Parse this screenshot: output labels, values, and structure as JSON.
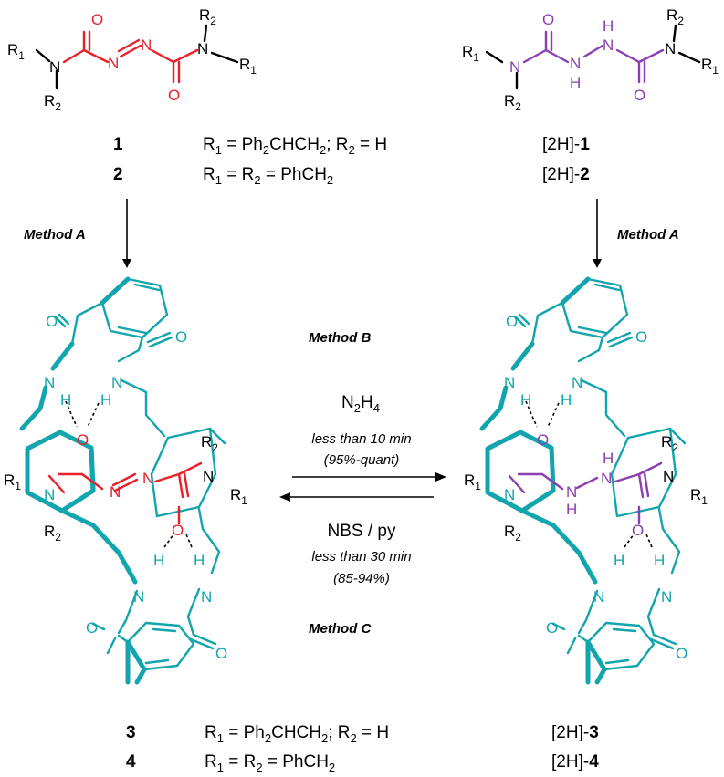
{
  "colors": {
    "azo": "#e8202a",
    "hydrazo": "#8b3fb0",
    "macrocycle": "#12a5ad",
    "ink": "#000000"
  },
  "atoms": {
    "R1": "R",
    "R1_sub": "1",
    "R2": "R",
    "R2_sub": "2",
    "N": "N",
    "O": "O",
    "H": "H"
  },
  "compounds": {
    "top_rows": [
      {
        "left_id": "1",
        "formula_pre": "R",
        "s1": "1",
        "mid1": " = Ph",
        "s2": "2",
        "mid2": "CHCH",
        "s3": "2",
        "mid3": "; R",
        "s4": "2",
        "tail": " = H",
        "right_prefix": "[2H]-",
        "right_id": "1"
      },
      {
        "left_id": "2",
        "formula_pre": "R",
        "s1": "1",
        "mid1": " = R",
        "s2": "2",
        "mid2": " = PhCH",
        "s3": "2",
        "mid3": "",
        "s4": "",
        "tail": "",
        "right_prefix": "[2H]-",
        "right_id": "2"
      }
    ],
    "bottom_rows": [
      {
        "left_id": "3",
        "formula_pre": "R",
        "s1": "1",
        "mid1": " = Ph",
        "s2": "2",
        "mid2": "CHCH",
        "s3": "2",
        "mid3": "; R",
        "s4": "2",
        "tail": " = H",
        "right_prefix": "[2H]-",
        "right_id": "3"
      },
      {
        "left_id": "4",
        "formula_pre": "R",
        "s1": "1",
        "mid1": " = R",
        "s2": "2",
        "mid2": " = PhCH",
        "s3": "2",
        "mid3": "",
        "s4": "",
        "tail": "",
        "right_prefix": "[2H]-",
        "right_id": "4"
      }
    ]
  },
  "methods": {
    "left_down": "Method A",
    "right_down": "Method A",
    "forward": "Method B",
    "reverse": "Method C"
  },
  "conditions": {
    "forward_reagent": "N",
    "forward_reagent_sub": "2",
    "forward_reagent_tail": "H",
    "forward_reagent_sub2": "4",
    "forward_time": "less than 10 min",
    "forward_yield": "(95%-quant)",
    "reverse_reagent": "NBS / py",
    "reverse_time": "less than 30 min",
    "reverse_yield": "(85-94%)"
  }
}
